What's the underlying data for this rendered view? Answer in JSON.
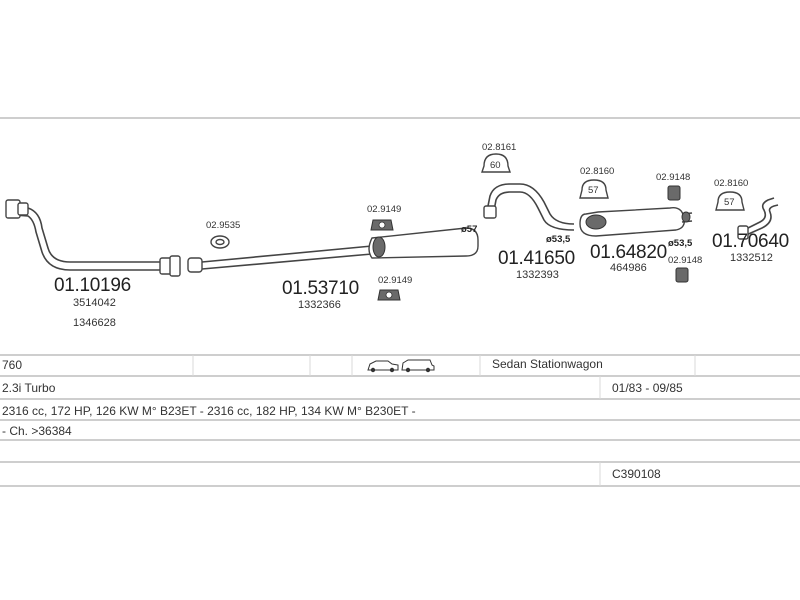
{
  "parts": {
    "front_pipe": {
      "number": "01.10196",
      "oe1": "3514042",
      "oe2": "1346628"
    },
    "gasket_1": {
      "tag": "02.9535"
    },
    "middle_silencer": {
      "number": "01.53710",
      "oe": "1332366"
    },
    "mount_a": {
      "tag": "02.9149"
    },
    "mount_b": {
      "tag": "02.9149"
    },
    "intermediate_pipe": {
      "number": "01.41650",
      "oe": "1332393",
      "dim_in": "ø57",
      "dim_out": "ø53,5"
    },
    "mount_c": {
      "tag": "02.8161",
      "symbol": "60"
    },
    "rear_silencer": {
      "number": "01.64820",
      "oe": "464986",
      "dim": "ø53,5"
    },
    "mount_d": {
      "tag": "02.8160",
      "symbol": "57"
    },
    "clamp_a": {
      "tag": "02.9148"
    },
    "clamp_b": {
      "tag": "02.9148"
    },
    "tail_pipe": {
      "number": "01.70640",
      "oe": "1332512"
    },
    "mount_e": {
      "tag": "02.8160",
      "symbol": "57"
    }
  },
  "vehicle_table": {
    "model": "760",
    "body_types": "Sedan Stationwagon",
    "engine": "2.3i Turbo",
    "years": "01/83 - 09/85",
    "spec": "2316 cc, 172 HP, 126 KW M° B23ET - 2316 cc, 182 HP, 134 KW M° B230ET -",
    "chassis": "- Ch. >36384",
    "code": "C390108"
  }
}
